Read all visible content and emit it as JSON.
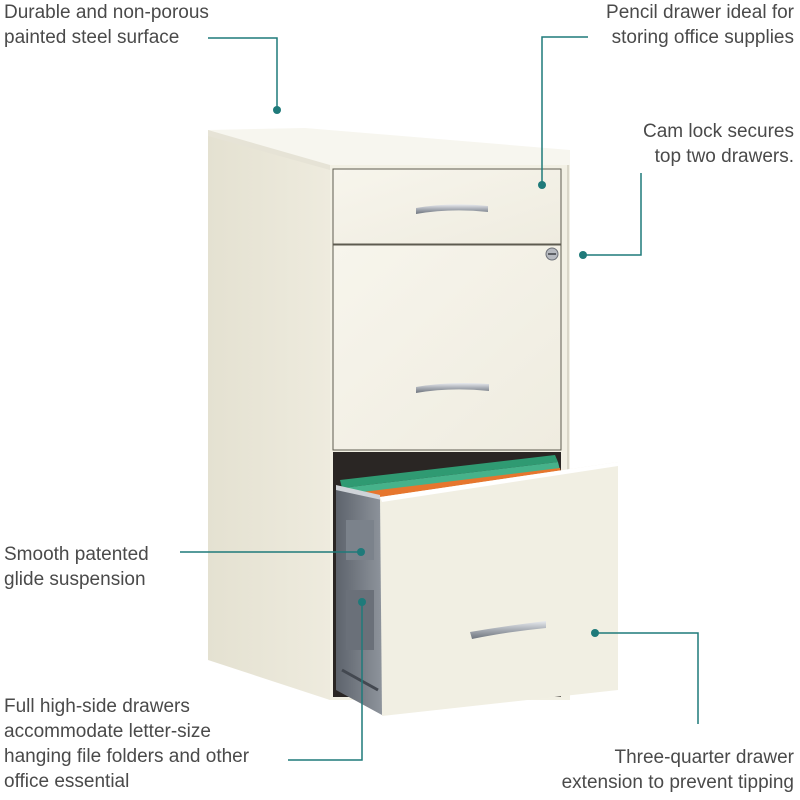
{
  "accent_color": "#1f7a7a",
  "product": {
    "name": "3-drawer file cabinet",
    "finish_color": "#f3f1e6"
  },
  "callouts": [
    {
      "id": "steel-surface",
      "lines": [
        "Durable and non-porous",
        "painted steel surface"
      ],
      "align": "left"
    },
    {
      "id": "pencil-drawer",
      "lines": [
        "Pencil drawer ideal for",
        "storing office supplies"
      ],
      "align": "right"
    },
    {
      "id": "cam-lock",
      "lines": [
        "Cam lock secures",
        "top two drawers."
      ],
      "align": "right"
    },
    {
      "id": "glide-suspension",
      "lines": [
        "Smooth patented",
        "glide suspension"
      ],
      "align": "left"
    },
    {
      "id": "high-side-drawers",
      "lines": [
        "Full high-side drawers",
        "accommodate letter-size",
        "hanging file folders and other",
        "office essential"
      ],
      "align": "left"
    },
    {
      "id": "drawer-extension",
      "lines": [
        "Three-quarter drawer",
        "extension to prevent tipping"
      ],
      "align": "right"
    }
  ]
}
